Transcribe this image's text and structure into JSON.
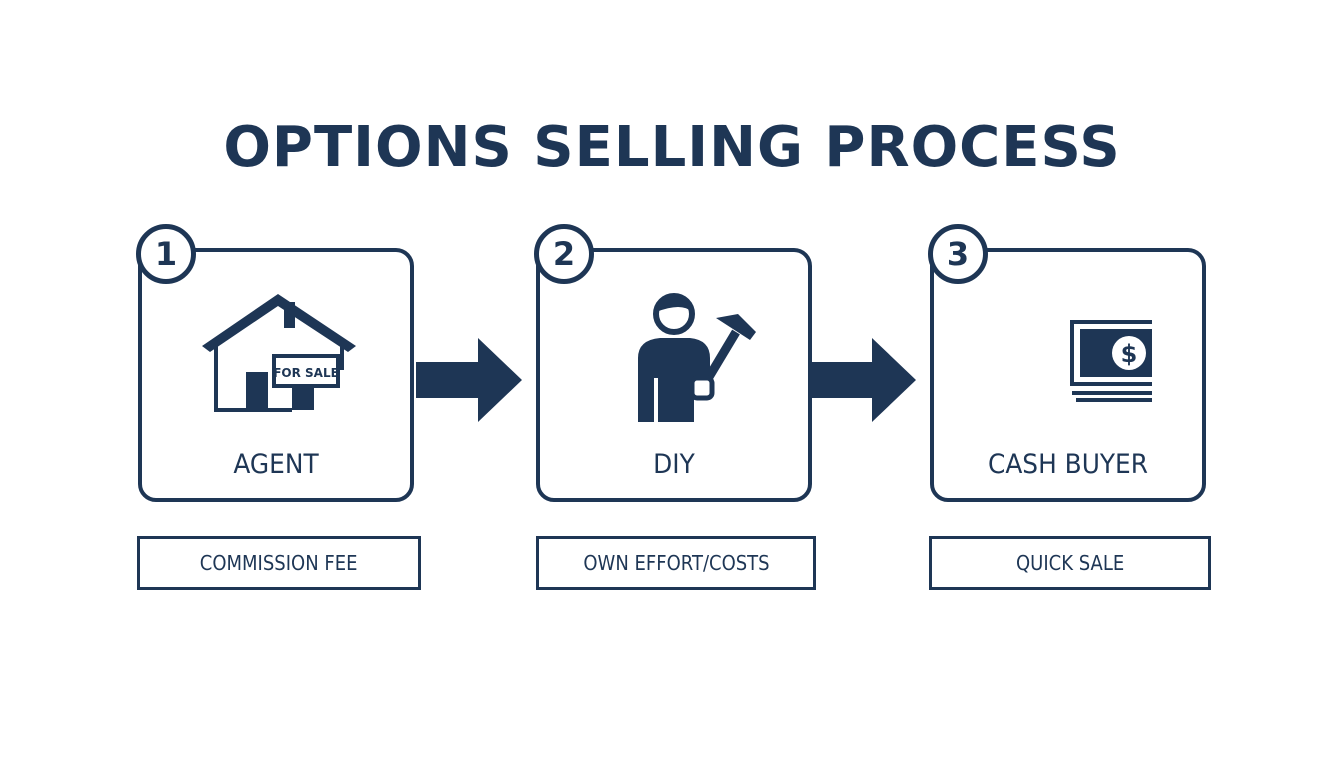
{
  "title": "OPTIONS SELLING PROCESS",
  "colors": {
    "primary": "#1e3655",
    "background": "#ffffff"
  },
  "steps": [
    {
      "number": "1",
      "label": "AGENT",
      "caption": "COMMISSION FEE",
      "icon": "house-for-sale-icon",
      "sign_text": "FOR SALE"
    },
    {
      "number": "2",
      "label": "DIY",
      "caption": "OWN EFFORT/COSTS",
      "icon": "person-with-hammer-icon"
    },
    {
      "number": "3",
      "label": "CASH BUYER",
      "caption": "QUICK SALE",
      "icon": "cash-stack-icon",
      "bill_symbol": "$"
    }
  ]
}
